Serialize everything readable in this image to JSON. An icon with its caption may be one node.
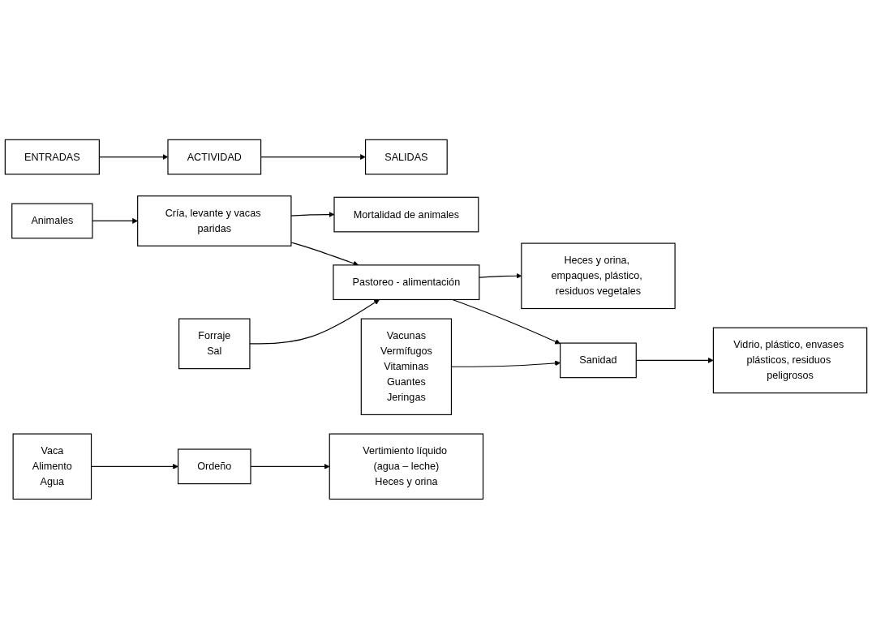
{
  "diagram": {
    "nodes": [
      {
        "text": [
          "ENTRADAS"
        ]
      },
      {
        "text": [
          "ACTIVIDAD"
        ]
      },
      {
        "text": [
          "SALIDAS"
        ]
      },
      {
        "text": [
          "Animales"
        ]
      },
      {
        "text": [
          "Cría, levante y vacas paridas"
        ]
      },
      {
        "text": [
          "Mortalidad de animales"
        ]
      },
      {
        "text": [
          "Forraje",
          "Sal"
        ]
      },
      {
        "text": [
          "Pastoreo - alimentación"
        ]
      },
      {
        "text": [
          "Heces y orina, empaques, plástico, residuos vegetales"
        ]
      },
      {
        "text": [
          "Vacunas",
          "Vermífugos",
          "Vitaminas",
          "Guantes",
          "Jeringas"
        ]
      },
      {
        "text": [
          "Sanidad"
        ]
      },
      {
        "text": [
          "Vidrio, plástico, envases plásticos, residuos peligrosos"
        ]
      },
      {
        "text": [
          "Vaca",
          "Alimento",
          "Agua"
        ]
      },
      {
        "text": [
          "Ordeño"
        ]
      },
      {
        "text": [
          "Vertimiento líquido (agua – leche)",
          "Heces y orina"
        ]
      }
    ],
    "edges": [
      {
        "from": 0,
        "to": 1,
        "arrow": "to"
      },
      {
        "from": 1,
        "to": 2,
        "arrow": "to"
      },
      {
        "from": 3,
        "to": 4,
        "arrow": "to"
      },
      {
        "from": 4,
        "to": 5,
        "arrow": "to"
      },
      {
        "from": 4,
        "to": 7,
        "arrow": "to"
      },
      {
        "from": 6,
        "to": 7,
        "arrow": "to"
      },
      {
        "from": 7,
        "to": 8,
        "arrow": "to"
      },
      {
        "from": 7,
        "to": 10,
        "arrow": "to"
      },
      {
        "from": 9,
        "to": 10,
        "arrow": "to"
      },
      {
        "from": 10,
        "to": 11,
        "arrow": "to"
      },
      {
        "from": 12,
        "to": 13,
        "arrow": "to"
      },
      {
        "from": 13,
        "to": 14,
        "arrow": "to"
      }
    ]
  }
}
